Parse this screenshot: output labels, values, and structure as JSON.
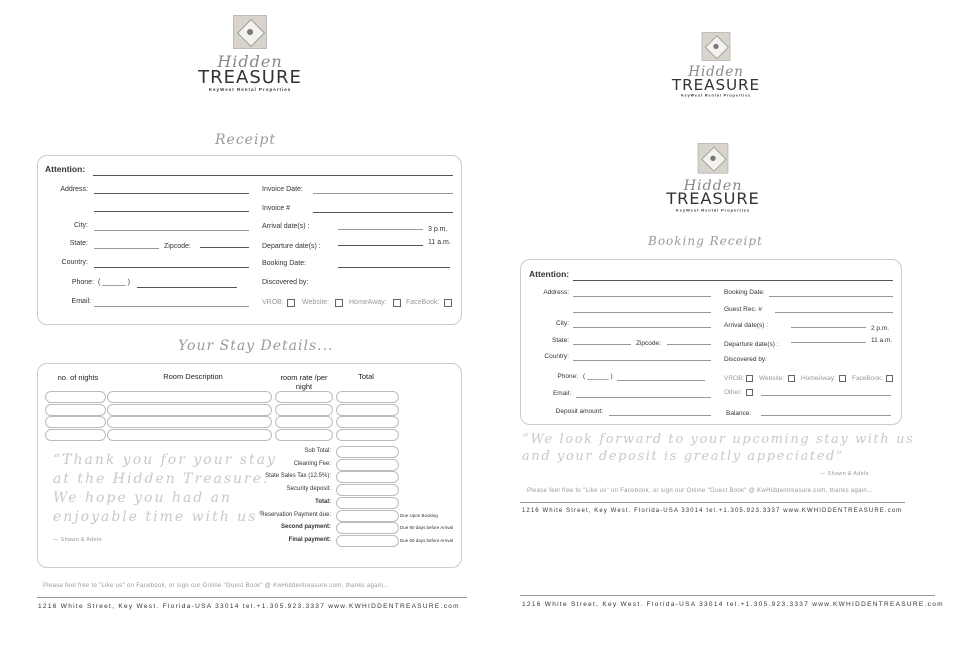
{
  "logo": {
    "line1": "Hidden",
    "line2": "TREASURE",
    "tagline": "KeyWest Rental Properties"
  },
  "receipt": {
    "title": "Receipt",
    "attention": "Attention:",
    "left": {
      "address": "Address:",
      "city": "City:",
      "state": "State:",
      "zipcode": "Zipcode:",
      "country": "Country:",
      "phone": "Phone:",
      "phone_paren": "( ______ )",
      "email": "Email:"
    },
    "right": {
      "invoice_date": "Invoice Date:",
      "invoice_no": "Invoice #",
      "arrival": "Arrival date(s) :",
      "arrival_time": "3 p.m.",
      "departure": "Departure date(s) :",
      "departure_time": "11 a.m.",
      "booking_date": "Booking Date:",
      "discovered": "Discovered by:"
    },
    "sources": [
      "VROB:",
      "Website:",
      "HomeAway:",
      "FaceBook:"
    ]
  },
  "stay": {
    "title": "Your Stay Details...",
    "columns": [
      "no. of nights",
      "Room Description",
      "room rate /per night",
      "Total"
    ],
    "totals": [
      {
        "label": "Sub Total:",
        "note": ""
      },
      {
        "label": "Cleaning Fee:",
        "note": ""
      },
      {
        "label": "State Sales Tax (12.5%):",
        "note": ""
      },
      {
        "label": "Security deposit:",
        "note": ""
      },
      {
        "label": "Total:",
        "note": ""
      },
      {
        "label": "Reservation Payment due:",
        "note": "Due Upon Booking"
      },
      {
        "label": "Second payment:",
        "note": "Due 90 days before Arrival"
      },
      {
        "label": "Final payment:",
        "note": "Due 60 days before Arrival"
      }
    ],
    "quote": [
      "“Thank you for your stay",
      "at the Hidden Treasure.",
      "We hope you had an",
      "enjoyable time with us”"
    ],
    "signature": "— Shawn & Adele"
  },
  "footer": {
    "note": "Please feel free to \"Like us\" on Facebook, or sign our Online \"Guest Book\" @ KwHiddentreasure.com, thanks again...",
    "address": "1216 White Street, Key West. Florida-USA 33014  tel.+1.305.923.3337 www.KWHIDDENTREASURE.com"
  },
  "booking": {
    "title": "Booking Receipt",
    "attention": "Attention:",
    "left": {
      "address": "Address:",
      "city": "City:",
      "state": "State:",
      "zipcode": "Zipcode:",
      "country": "Country:",
      "phone": "Phone:",
      "phone_paren": "( ______ )",
      "email": "Email:",
      "deposit": "Deposit amount:"
    },
    "right": {
      "booking_date": "Booking Date:",
      "guest_rec": "Guest Rec. #",
      "arrival": "Arrival date(s) :",
      "arrival_time": "2 p.m.",
      "departure": "Departure date(s) :",
      "departure_time": "11 a.m.",
      "discovered": "Discovered by:",
      "other": "Other:",
      "balance": "Balance:"
    },
    "sources": [
      "VROB:",
      "Website:",
      "HomeAway:",
      "FaceBook:"
    ],
    "quote": [
      "“We look forward to your upcoming stay with us",
      "and your deposit is greatly appeciated”"
    ],
    "signature": "— Shawn & Adele"
  }
}
